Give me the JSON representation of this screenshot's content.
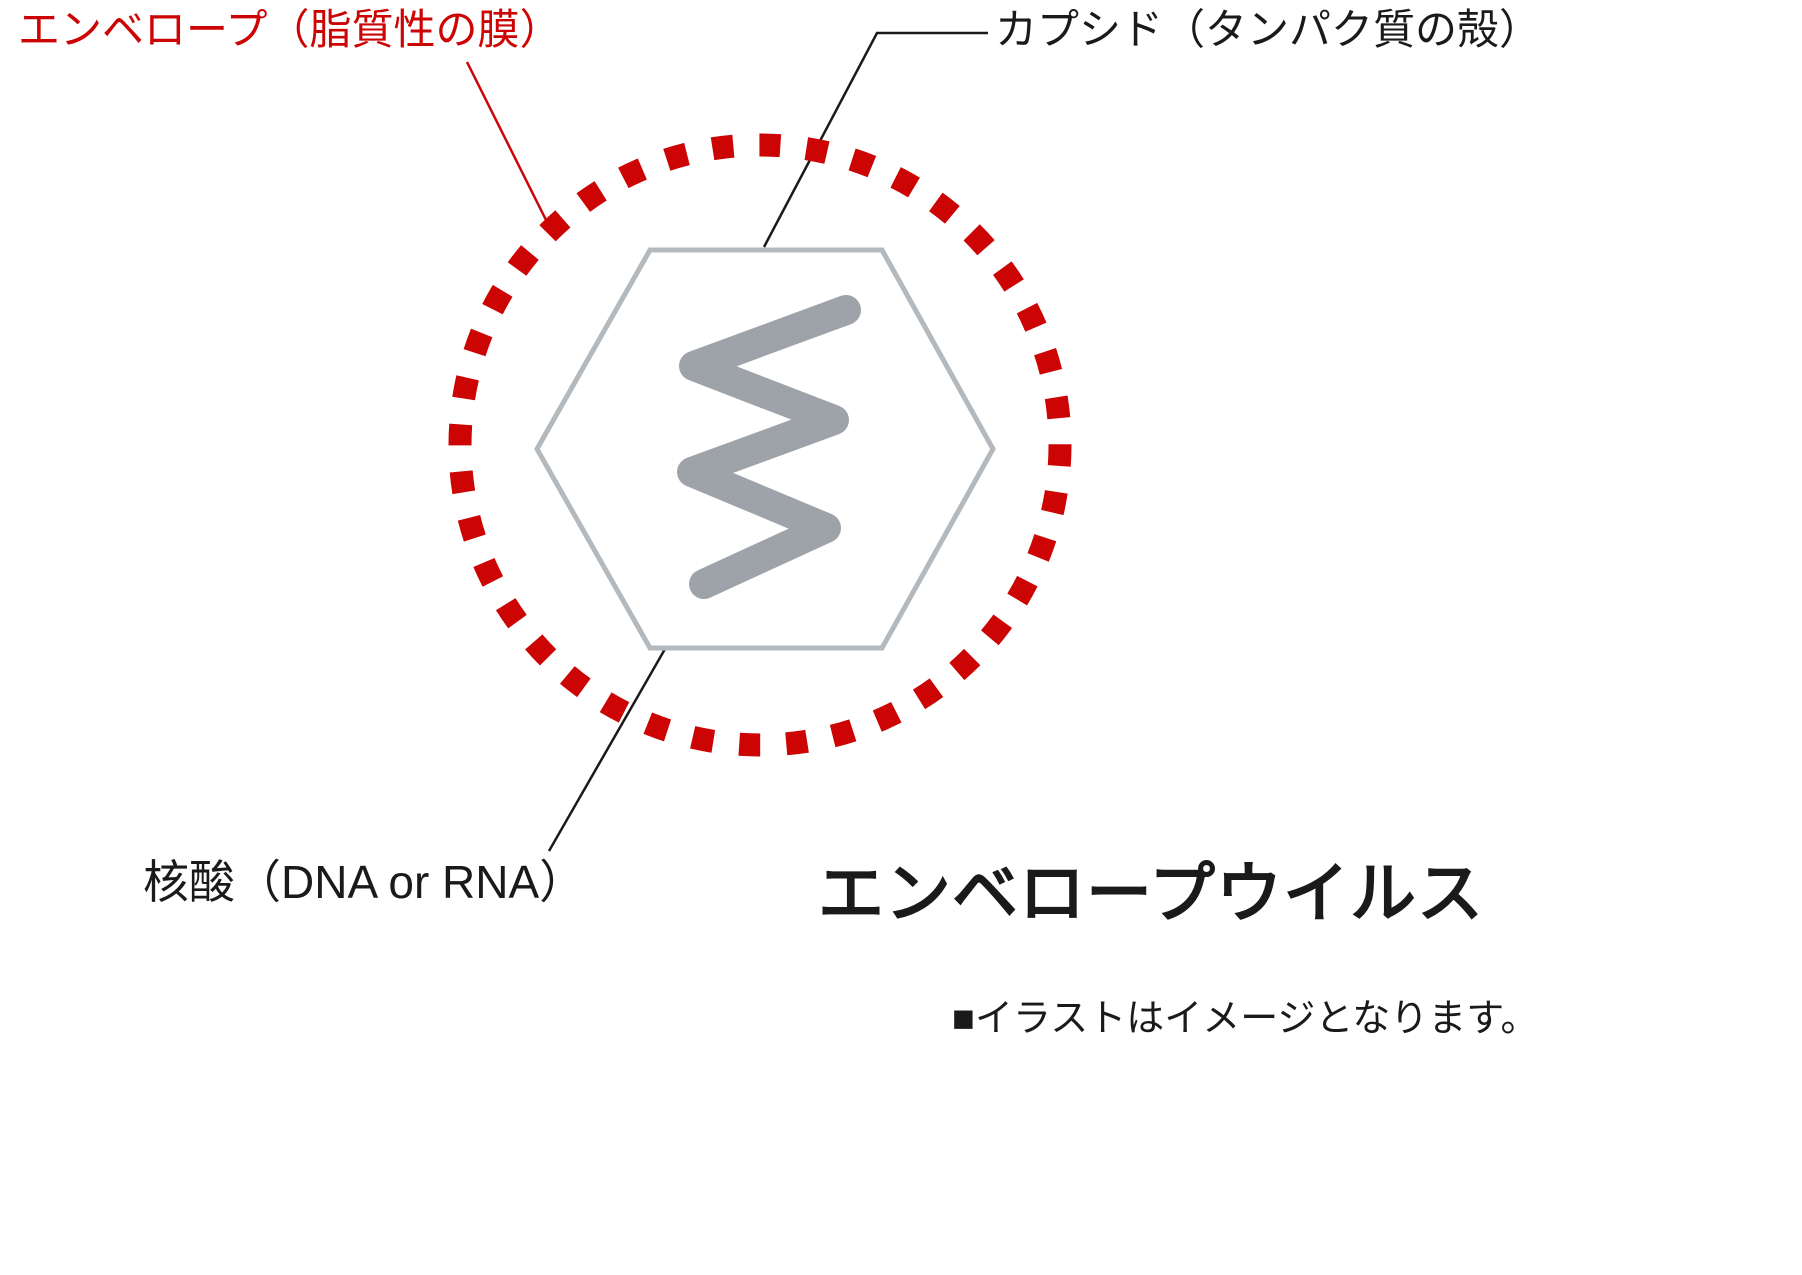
{
  "labels": {
    "envelope": "エンベロープ（脂質性の膜）",
    "capsid": "カプシド（タンパク質の殻）",
    "nucleic_acid": "核酸（DNA or RNA）",
    "title": "エンベロープウイルス",
    "note": "■イラストはイメージとなります。"
  },
  "colors": {
    "envelope_red": "#cc0404",
    "capsid_gray": "#b4b9bd",
    "nucleic_gray": "#9da3a8",
    "leader_black": "#1a1a1a",
    "text_black": "#1a1a1a"
  }
}
